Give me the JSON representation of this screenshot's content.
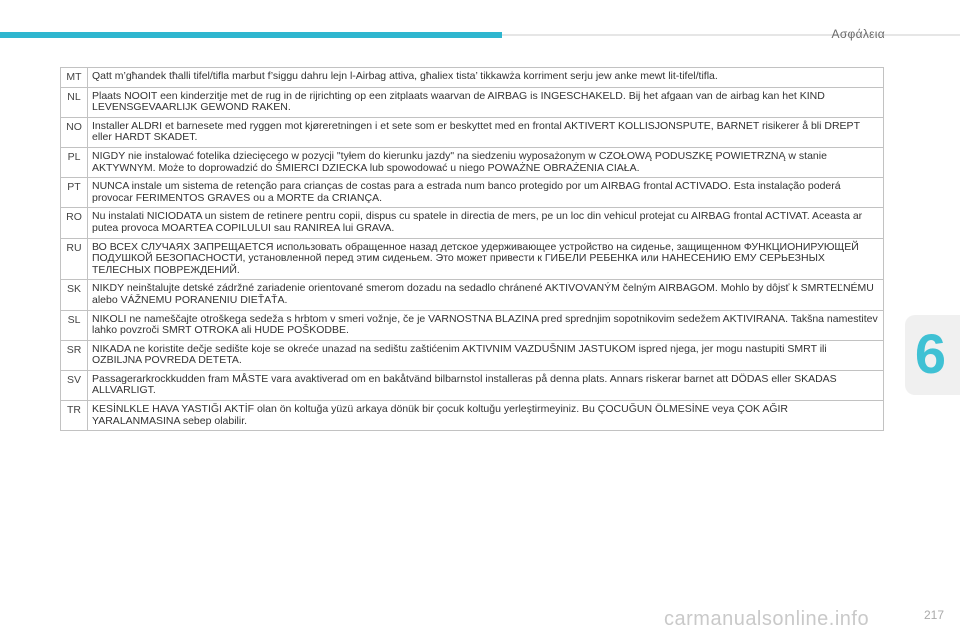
{
  "header": {
    "section_title": "Ασφάλεια",
    "accent_color": "#2fb6cf"
  },
  "chapter": {
    "number": "6",
    "color": "#3fc1d4"
  },
  "warnings": [
    {
      "code": "MT",
      "text": "Qatt m’għandek tħalli tifel/tifla marbut f’siggu dahru lejn l-Airbag attiva, għaliex tista’ tikkawża korriment serju jew anke mewt lit-tifel/tifla."
    },
    {
      "code": "NL",
      "text": "Plaats NOOIT een kinderzitje met de rug in de rijrichting op een zitplaats waarvan de AIRBAG is INGESCHAKELD. Bij het afgaan van de airbag kan het KIND LEVENSGEVAARLIJK GEWOND RAKEN."
    },
    {
      "code": "NO",
      "text": "Installer ALDRI et barnesete med ryggen mot kjøreretningen i et sete som er beskyttet med en frontal AKTIVERT KOLLISJONSPUTE, BARNET risikerer å bli DREPT eller HARDT SKADET."
    },
    {
      "code": "PL",
      "text": "NIGDY nie instalować fotelika dziecięcego w pozycji \"tyłem do kierunku jazdy\" na siedzeniu wyposażonym w CZOŁOWĄ PODUSZKĘ POWIETRZNĄ w stanie AKTYWNYM. Może to doprowadzić do ŚMIERCI DZIECKA lub spowodować u niego POWAŻNE OBRAŻENIA CIAŁA."
    },
    {
      "code": "PT",
      "text": "NUNCA instale um sistema de retenção para crianças de costas para a estrada num banco protegido por um AIRBAG frontal ACTIVADO. Esta instalação poderá provocar FERIMENTOS GRAVES ou a MORTE da CRIANÇA."
    },
    {
      "code": "RO",
      "text": "Nu instalati NICIODATA un sistem de retinere pentru copii, dispus cu spatele in directia de mers, pe un loc din vehicul protejat cu AIRBAG frontal ACTIVAT. Aceasta ar putea provoca MOARTEA COPILULUI sau RANIREA lui GRAVA."
    },
    {
      "code": "RU",
      "text": "ВО ВСЕХ СЛУЧАЯХ ЗАПРЕЩАЕТСЯ использовать обращенное назад детское удерживающее устройство на сиденье, защищенном ФУНКЦИОНИРУЮЩЕЙ ПОДУШКОЙ БЕЗОПАСНОСТИ, установленной перед этим сиденьем. Это может привести к ГИБЕЛИ РЕБЕНКА или НАНЕСЕНИЮ ЕМУ СЕРЬЕЗНЫХ ТЕЛЕСНЫХ ПОВРЕЖДЕНИЙ."
    },
    {
      "code": "SK",
      "text": "NIKDY neinštalujte detské zádržné zariadenie orientované smerom dozadu na sedadlo chránené AKTIVOVANÝM čelným AIRBAGOM. Mohlo by dôjsť k SMRTEĽNÉMU alebo VÁŽNEMU PORANENIU DIEŤAŤA."
    },
    {
      "code": "SL",
      "text": "NIKOLI ne nameščajte otroškega sedeža s hrbtom v smeri vožnje, če je VARNOSTNA BLAZINA pred sprednjim sopotnikovim sedežem AKTIVIRANA. Takšna namestitev lahko povzroči SMRT OTROKA ali HUDE POŠKODBE."
    },
    {
      "code": "SR",
      "text": "NIKADA ne koristite dečje sedište koje se okreće unazad na sedištu zaštićenim AKTIVNIM VAZDUŠNIM JASTUKOM ispred njega, jer mogu nastupiti SMRT ili OZBILJNA POVREDA DETETA."
    },
    {
      "code": "SV",
      "text": "Passagerarkrockkudden fram MÅSTE vara avaktiverad om en bakåtvänd bilbarnstol installeras på denna plats. Annars riskerar barnet att DÖDAS eller SKADAS ALLVARLIGT."
    },
    {
      "code": "TR",
      "text": "KESİNLKLE HAVA YASTIĞI AKTİF olan ön koltuğa yüzü arkaya dönük bir çocuk koltuğu yerleştirmeyiniz. Bu ÇOCUĞUN ÖLMESİNE veya ÇOK AĞIR YARALANMASINA sebep olabilir."
    }
  ],
  "footer": {
    "watermark": "carmanualsonline.info",
    "page_number": "217"
  }
}
